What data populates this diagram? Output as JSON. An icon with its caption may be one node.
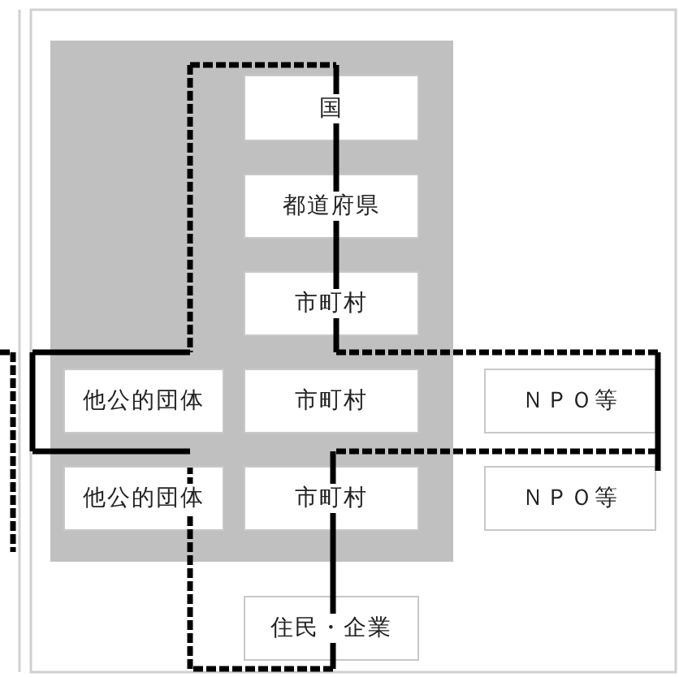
{
  "diagram": {
    "nodes": [
      {
        "text": [],
        "shape": "box"
      },
      {
        "text": [
          "国"
        ],
        "in": 0
      },
      {
        "text": [
          "都道府県"
        ],
        "in": 0
      },
      {
        "text": [
          "市町村"
        ],
        "in": 0
      },
      {
        "text": [
          "他公的団体"
        ],
        "in": 0
      },
      {
        "text": [
          "市町村"
        ],
        "in": 0
      },
      {
        "text": [
          "ＮＰＯ等"
        ]
      },
      {
        "text": [
          "他公的団体"
        ],
        "in": 0
      },
      {
        "text": [
          "市町村"
        ],
        "in": 0
      },
      {
        "text": [
          "ＮＰＯ等"
        ]
      },
      {
        "text": [
          "住民・企業"
        ]
      }
    ]
  }
}
